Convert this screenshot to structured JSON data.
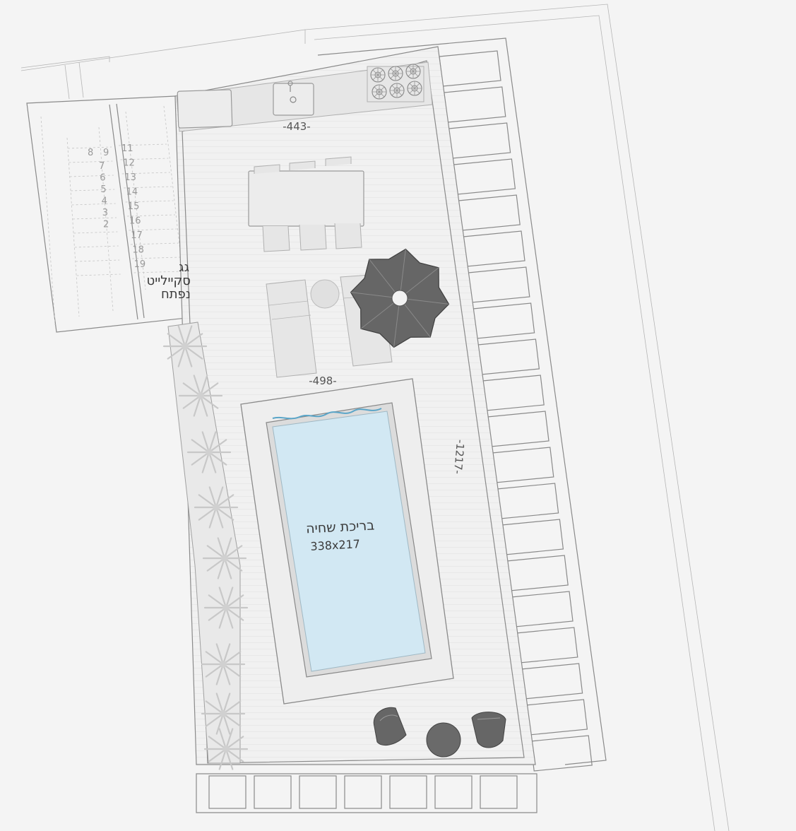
{
  "dimensions": {
    "kitchen_width": "-443-",
    "lounge_width": "-498-",
    "deck_length": "-1217-"
  },
  "pool": {
    "label": "בריכת שחיה",
    "size": "338x217"
  },
  "skylight": {
    "line1": "גג",
    "line2": "סקיילייט",
    "line3": "נפתח"
  },
  "stairs": {
    "steps_left": [
      "9",
      "8",
      "7",
      "6",
      "5",
      "4",
      "3",
      "2"
    ],
    "steps_right": [
      "11",
      "12",
      "13",
      "14",
      "15",
      "16",
      "17",
      "18",
      "19"
    ]
  },
  "colors": {
    "background": "#f4f4f4",
    "deck": "#f1f1f1",
    "pool_water": "#d2e8f3",
    "pool_coping": "#ececec",
    "umbrella": "#666666",
    "lines": "#8a8a8a"
  }
}
